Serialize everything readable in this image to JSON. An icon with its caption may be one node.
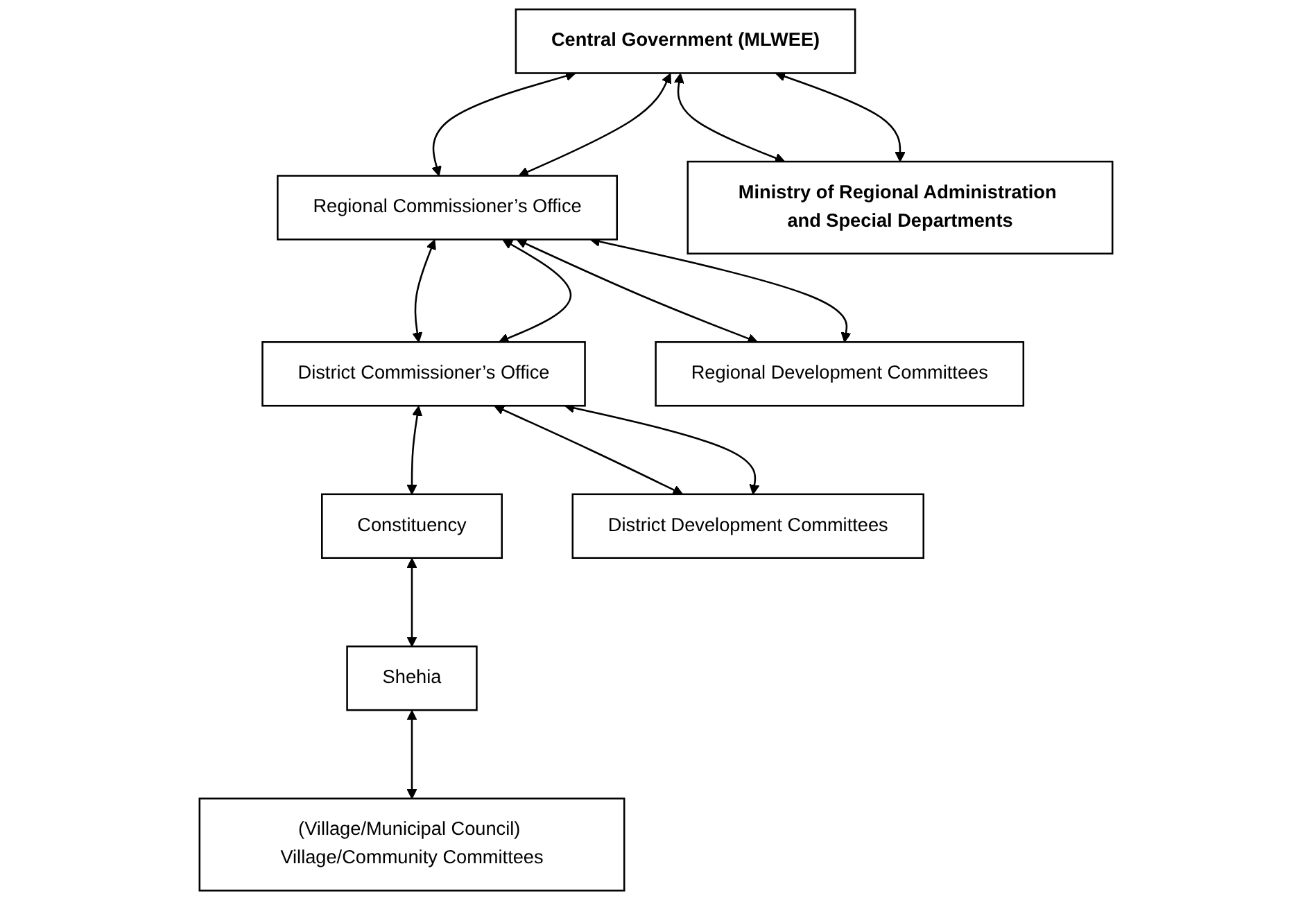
{
  "diagram": {
    "nodes": [
      {
        "text": [
          "Central Government (MLWEE)"
        ]
      },
      {
        "text": [
          "Ministry of Regional Administration and Special Departments"
        ]
      },
      {
        "text": [
          "Regional Commissioner’s Office"
        ]
      },
      {
        "text": [
          "Regional Development Committees"
        ]
      },
      {
        "text": [
          "District Commissioner’s Office"
        ]
      },
      {
        "text": [
          "District Development Committees"
        ]
      },
      {
        "text": [
          "Constituency"
        ]
      },
      {
        "text": [
          "Shehia"
        ]
      },
      {
        "text": [
          "(Village/Municipal Council) Village/Community Committees"
        ]
      }
    ],
    "edges": [
      {
        "from": 0,
        "to": 1,
        "arrow": "both"
      },
      {
        "from": 0,
        "to": 1,
        "arrow": "both"
      },
      {
        "from": 0,
        "to": 2,
        "arrow": "both"
      },
      {
        "from": 0,
        "to": 2,
        "arrow": "both"
      },
      {
        "from": 2,
        "to": 3,
        "arrow": "both"
      },
      {
        "from": 2,
        "to": 3,
        "arrow": "both"
      },
      {
        "from": 2,
        "to": 4,
        "arrow": "both"
      },
      {
        "from": 2,
        "to": 4,
        "arrow": "both"
      },
      {
        "from": 4,
        "to": 5,
        "arrow": "both"
      },
      {
        "from": 4,
        "to": 5,
        "arrow": "both"
      },
      {
        "from": 4,
        "to": 6,
        "arrow": "both"
      },
      {
        "from": 6,
        "to": 7,
        "arrow": "both"
      },
      {
        "from": 7,
        "to": 8,
        "arrow": "both"
      }
    ]
  }
}
